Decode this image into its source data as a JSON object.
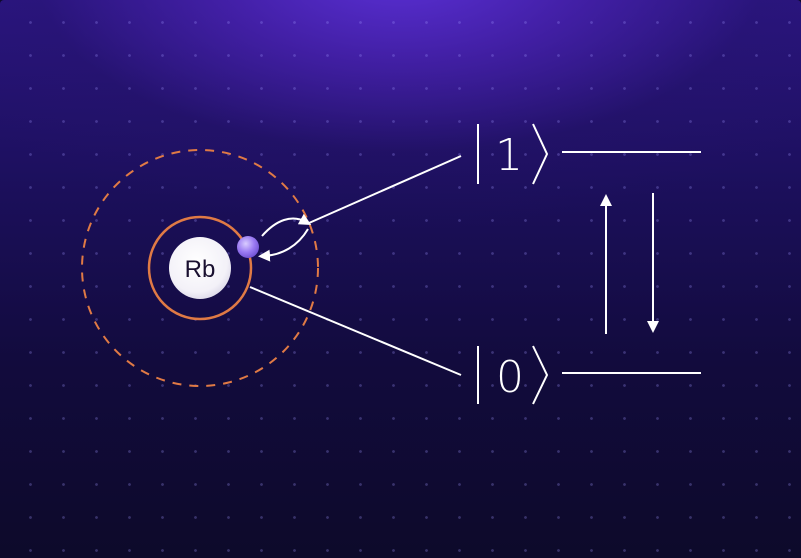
{
  "diagram": {
    "atom": {
      "nucleus_label": "Rb"
    },
    "states": {
      "upper_label": "1",
      "lower_label": "0"
    },
    "colors": {
      "orbit_inner": "#e07a45",
      "orbit_outer_dashed": "#e07a45",
      "lines": "#ffffff",
      "electron": "#9b7bf2",
      "nucleus_fill": "#ffffff",
      "nucleus_text": "#1a1030"
    }
  }
}
